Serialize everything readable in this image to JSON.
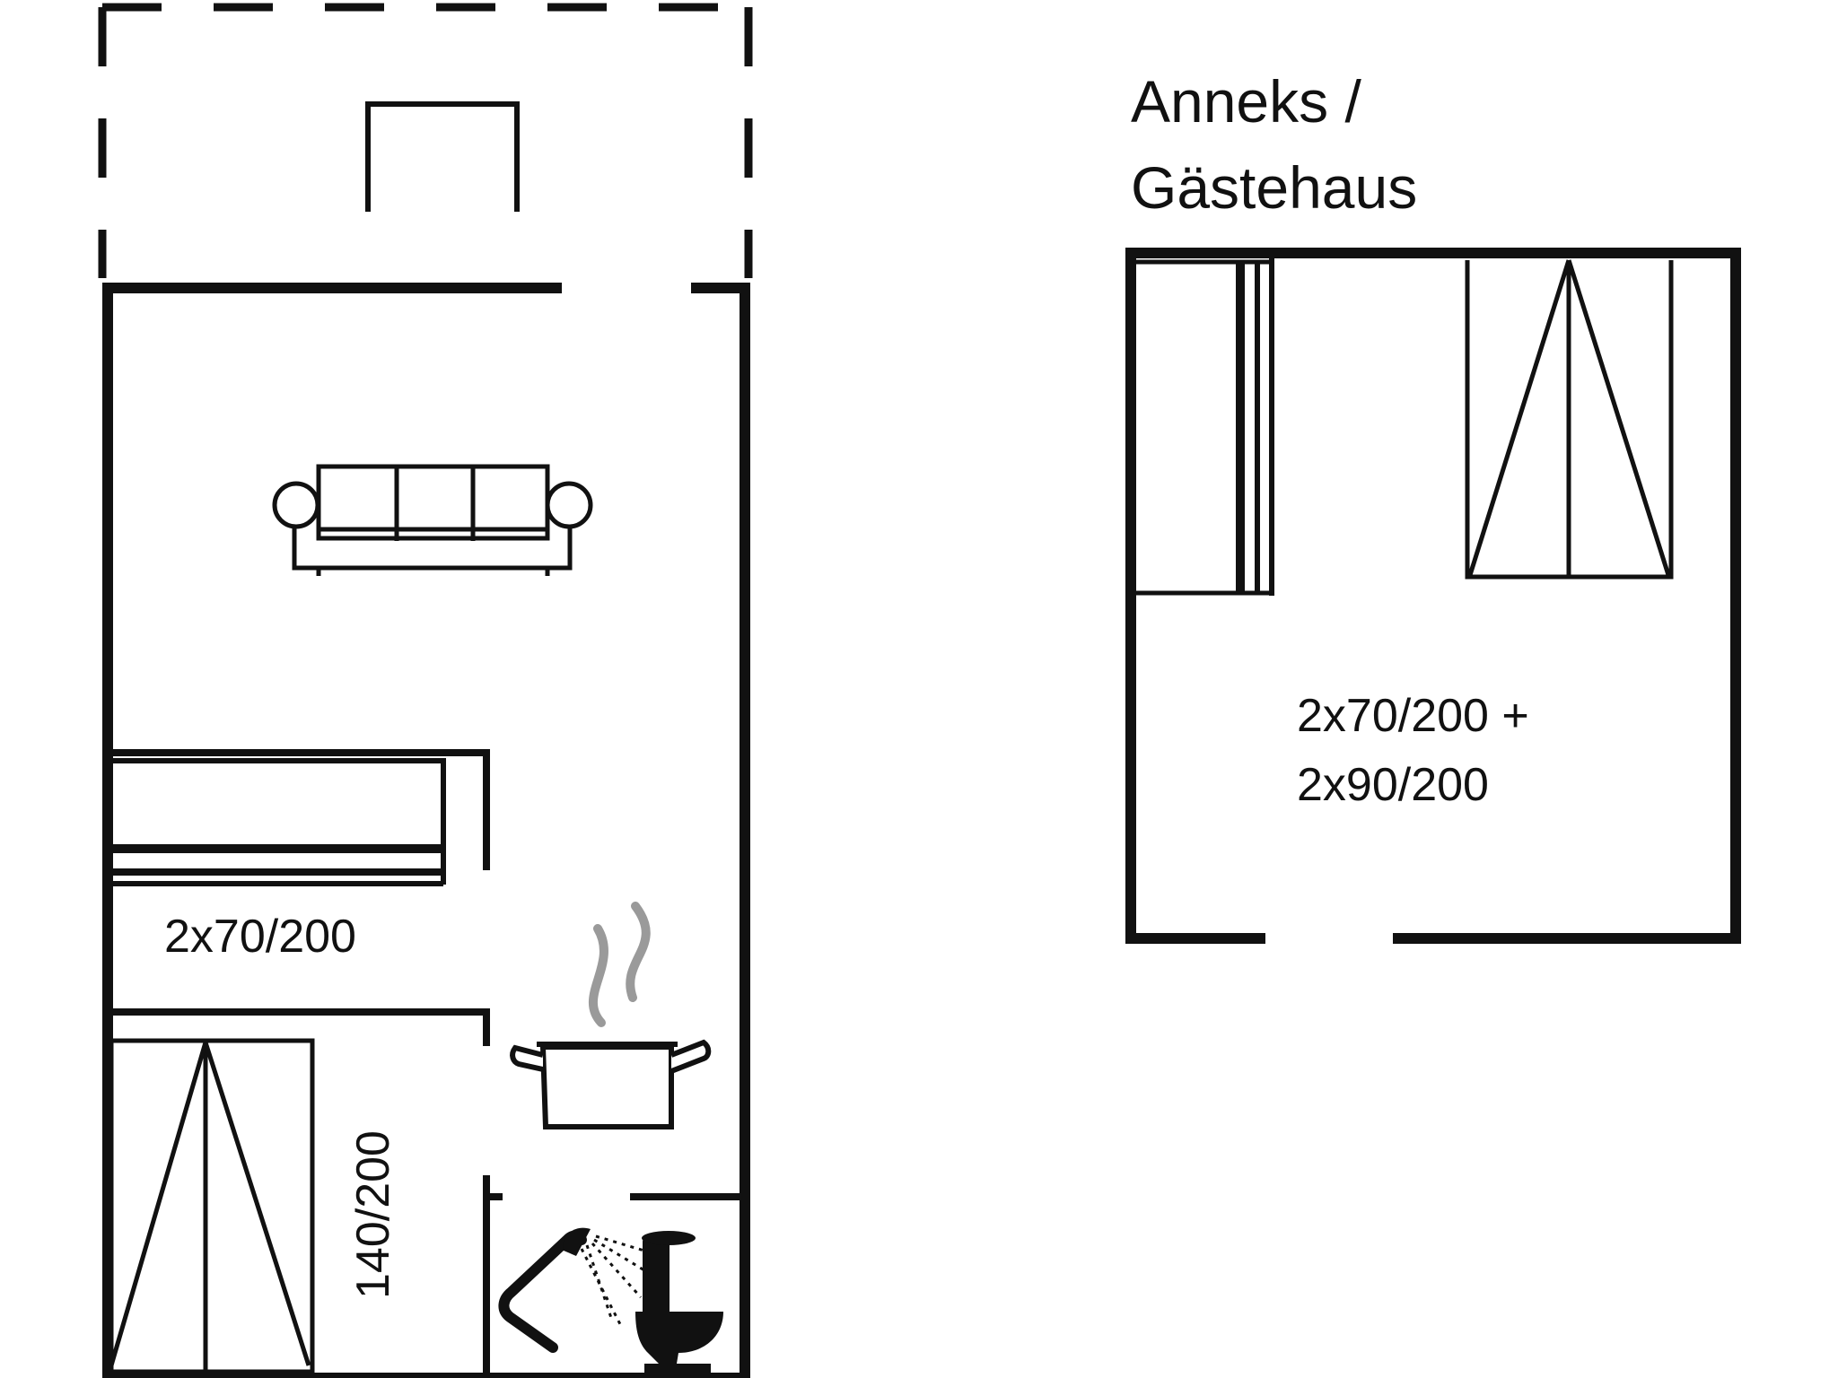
{
  "colors": {
    "wall": "#111111",
    "steam": "#9a9a9a",
    "background": "#ffffff"
  },
  "annex": {
    "title_line1": "Anneks /",
    "title_line2": "Gästehaus",
    "bed_label_line1": "2x70/200 +",
    "bed_label_line2": "2x90/200"
  },
  "main_house": {
    "bunk_label": "2x70/200",
    "double_bed_label": "140/200"
  },
  "icons": [
    "sofa-icon",
    "cooking-pot-icon",
    "shower-icon",
    "toilet-icon",
    "bed-icon",
    "bunk-bed-icon"
  ]
}
